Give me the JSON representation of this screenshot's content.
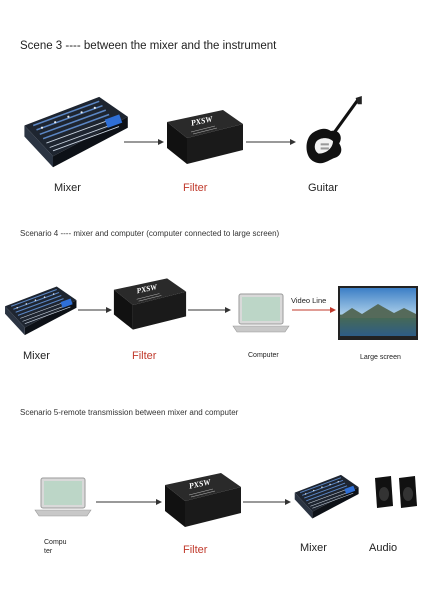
{
  "scene3": {
    "title": "Scene 3 ---- between the mixer and the instrument",
    "mixer": "Mixer",
    "filter": "Filter",
    "guitar": "Guitar"
  },
  "scene4": {
    "title": "Scenario 4 ---- mixer and computer (computer connected to large screen)",
    "mixer": "Mixer",
    "filter": "Filter",
    "computer": "Computer",
    "video_line": "Video Line",
    "large_screen": "Large screen"
  },
  "scene5": {
    "title": "Scenario 5-remote transmission between mixer and computer",
    "computer": "Compu ter",
    "filter": "Filter",
    "mixer": "Mixer",
    "audio": "Audio"
  },
  "filter_brand": "PXSW",
  "colors": {
    "filter_label": "#c0392b",
    "video_arrow": "#c0392b"
  }
}
